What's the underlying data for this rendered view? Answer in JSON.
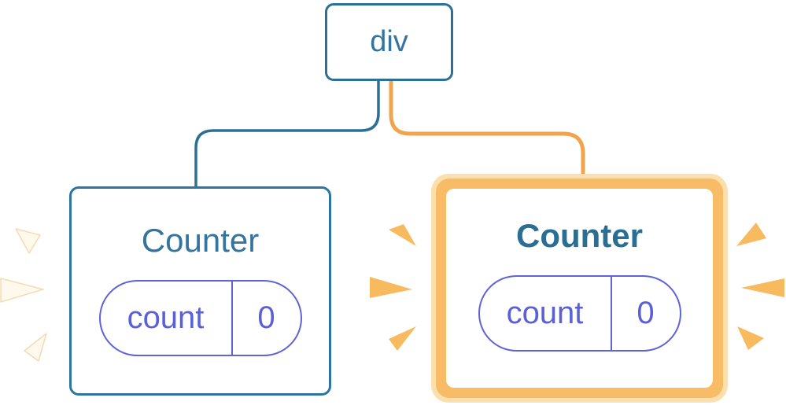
{
  "diagram": {
    "description": "React render tree: div root with two Counter children; right Counter freshly mounted (orange highlight), both showing shine sparks"
  },
  "root_node": {
    "label": "div"
  },
  "left_counter": {
    "title": "Counter",
    "state": {
      "key": "count",
      "value": "0"
    }
  },
  "right_counter": {
    "title": "Counter",
    "state": {
      "key": "count",
      "value": "0"
    }
  },
  "colors": {
    "node_border_blue": "#2D7096",
    "node_text_blue": "#35749F",
    "title_blue": "#35749C",
    "title_blue_bold": "#2B6E94",
    "edge_blue": "#2D7096",
    "edge_orange_core": "#F0A44E",
    "edge_casing_white": "#FFFFFF",
    "highlight_ring_orange": "#F9BC66",
    "highlight_ring_peach": "#FCDFAE",
    "sparkle_orange": "#F8BA5F",
    "sparkle_cream": "#FFF8EC",
    "pill_indigo": "#5E63D8",
    "pill_text_indigo": "#5A60D6"
  }
}
